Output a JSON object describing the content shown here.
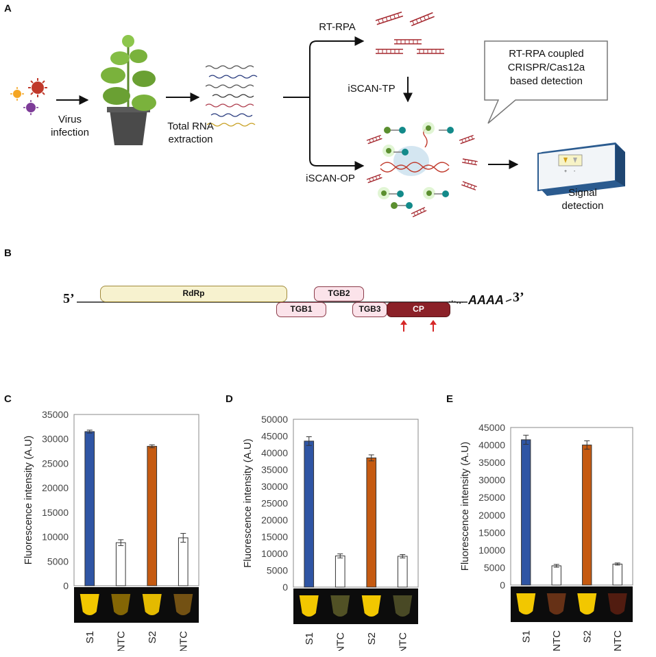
{
  "panel_a": {
    "letter": "A",
    "virus_infection": [
      "Virus",
      "infection"
    ],
    "total_rna": [
      "Total RNA",
      "extraction"
    ],
    "rt_rpa": "RT-RPA",
    "iscan_tp": "iSCAN-TP",
    "iscan_op": "iSCAN-OP",
    "callout": [
      "RT-RPA coupled",
      "CRISPR/Cas12a",
      "based detection"
    ],
    "signal": [
      "Signal",
      "detection"
    ]
  },
  "panel_b": {
    "letter": "B",
    "five_prime": "5’",
    "three_prime": "3’",
    "poly_a": "AAAA",
    "genes": {
      "rdrp": "RdRp",
      "tgb1": "TGB1",
      "tgb2": "TGB2",
      "tgb3": "TGB3",
      "cp": "CP"
    }
  },
  "colors": {
    "s1": "#2f55a4",
    "s2": "#c55a11",
    "ntc": "#ffffff",
    "cp": "#8b2128",
    "rdrp": "#f7f2cf",
    "tgb": "#fbe3ea"
  },
  "chart_data": [
    {
      "type": "bar",
      "panel": "C",
      "ylabel": "Fluorescence intensity (A.U)",
      "categories": [
        "S1",
        "NTC",
        "S2",
        "NTC"
      ],
      "values": [
        31500,
        8800,
        28500,
        9800
      ],
      "errors": [
        300,
        600,
        300,
        900
      ],
      "ylim": [
        0,
        35000
      ],
      "yticks": [
        "0",
        "5000",
        "10000",
        "15000",
        "20000",
        "25000",
        "30000",
        "35000"
      ],
      "grid": false
    },
    {
      "type": "bar",
      "panel": "D",
      "ylabel": "Fluorescence intensity (A.U)",
      "categories": [
        "S1",
        "NTC",
        "S2",
        "NTC"
      ],
      "values": [
        43500,
        9300,
        38500,
        9200
      ],
      "errors": [
        1300,
        600,
        900,
        500
      ],
      "ylim": [
        0,
        50000
      ],
      "yticks": [
        "0",
        "5000",
        "10000",
        "15000",
        "20000",
        "25000",
        "30000",
        "35000",
        "40000",
        "45000",
        "50000"
      ],
      "grid": false
    },
    {
      "type": "bar",
      "panel": "E",
      "ylabel": "Fluorescence intensity (A.U)",
      "categories": [
        "S1",
        "NTC",
        "S2",
        "NTC"
      ],
      "values": [
        41500,
        5500,
        40000,
        6000
      ],
      "errors": [
        1300,
        400,
        1200,
        300
      ],
      "ylim": [
        0,
        45000
      ],
      "yticks": [
        "0",
        "5000",
        "10000",
        "15000",
        "20000",
        "25000",
        "30000",
        "35000",
        "40000",
        "45000"
      ],
      "grid": false
    }
  ]
}
